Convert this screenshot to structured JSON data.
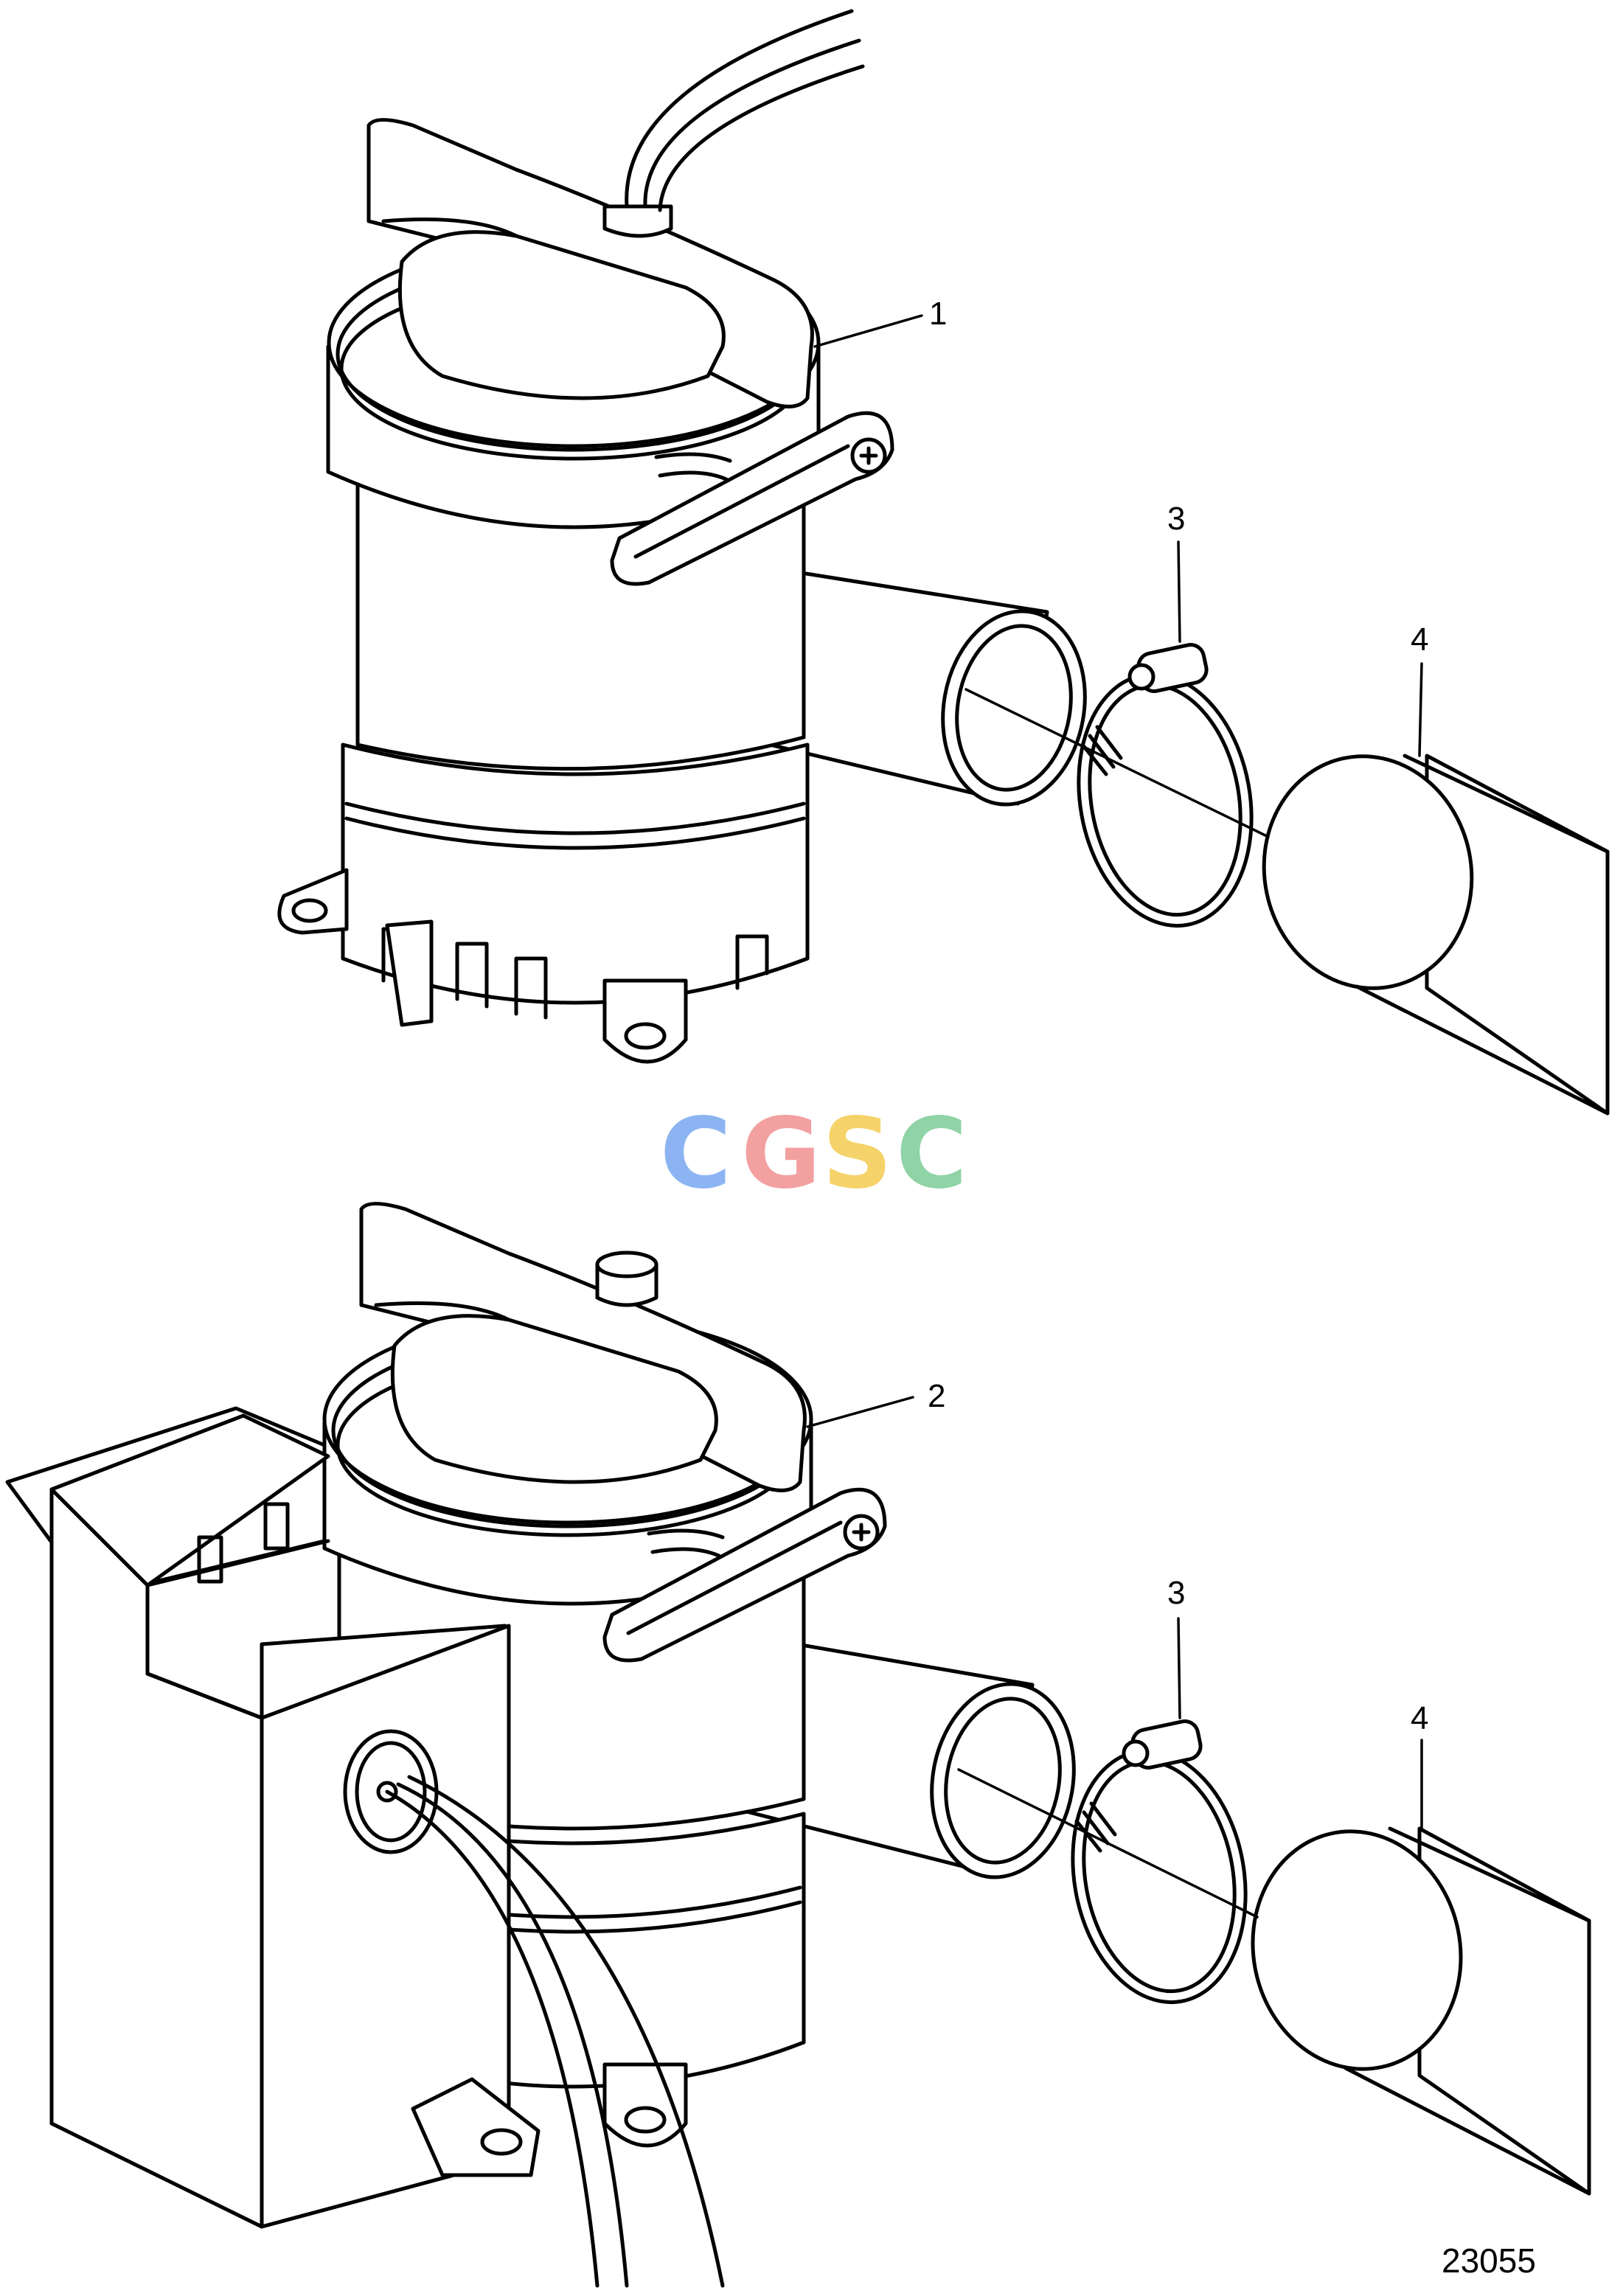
{
  "figure_number": "23055",
  "watermark": {
    "letters": [
      {
        "char": "C",
        "color": "#8db4f2"
      },
      {
        "char": "G",
        "color": "#f2a0a0"
      },
      {
        "char": "S",
        "color": "#f5d36a"
      },
      {
        "char": "C",
        "color": "#8fd3a6"
      }
    ]
  },
  "callouts": {
    "top": [
      {
        "label": "1",
        "part": "bilge-pump"
      },
      {
        "label": "3",
        "part": "hose-clamp"
      },
      {
        "label": "4",
        "part": "hose"
      }
    ],
    "bottom": [
      {
        "label": "2",
        "part": "bilge-pump-with-float-switch"
      },
      {
        "label": "3",
        "part": "hose-clamp"
      },
      {
        "label": "4",
        "part": "hose"
      }
    ]
  }
}
